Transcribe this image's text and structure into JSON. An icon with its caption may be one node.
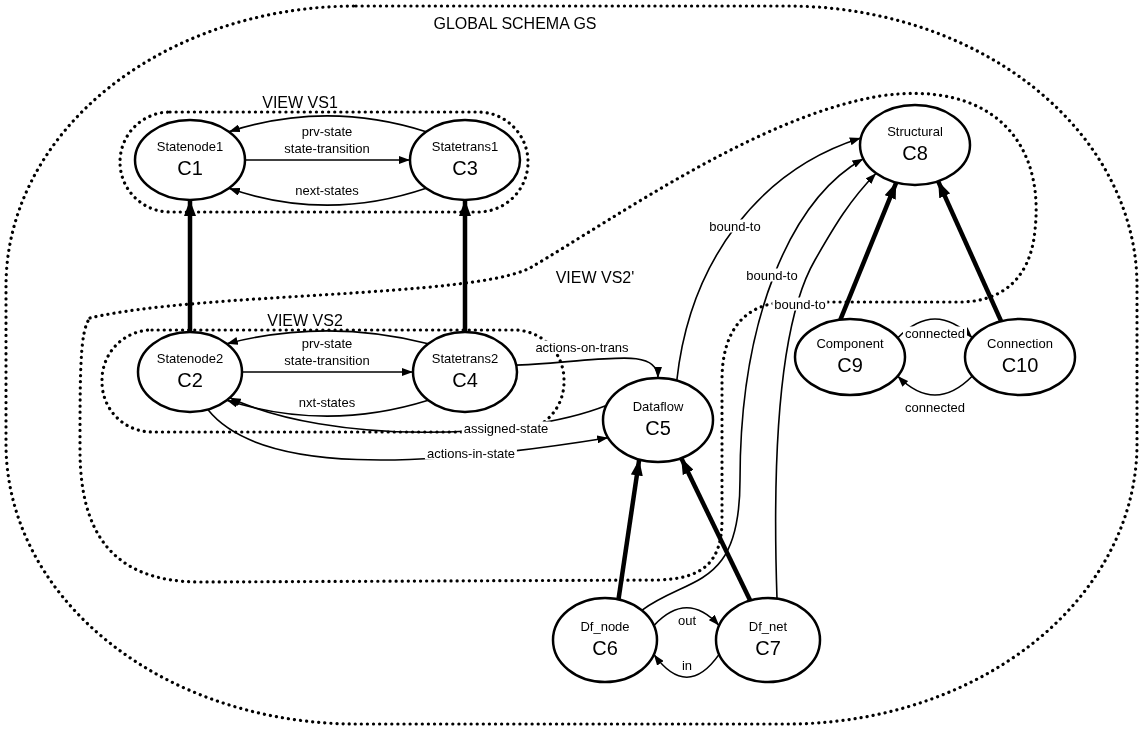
{
  "diagram": {
    "nodes": [
      {
        "text": [
          "GLOBAL SCHEMA GS"
        ]
      },
      {
        "text": [
          "VIEW VS1"
        ],
        "in": 0
      },
      {
        "text": [
          "Statenode1",
          "C1"
        ],
        "in": 1
      },
      {
        "text": [
          "Statetrans1",
          "C3"
        ],
        "in": 1
      },
      {
        "text": [
          "VIEW VS2'"
        ],
        "in": 0
      },
      {
        "text": [
          "VIEW VS2"
        ],
        "in": 4
      },
      {
        "text": [
          "Statenode2",
          "C2"
        ],
        "in": 5
      },
      {
        "text": [
          "Statetrans2",
          "C4"
        ],
        "in": 5
      },
      {
        "text": [
          "Dataflow",
          "C5"
        ],
        "in": 4
      },
      {
        "text": [
          "Structural",
          "C8"
        ],
        "in": 4
      },
      {
        "text": [
          "Df_node",
          "C6"
        ],
        "in": 0
      },
      {
        "text": [
          "Df_net",
          "C7"
        ],
        "in": 0
      },
      {
        "text": [
          "Component",
          "C9"
        ],
        "in": 0
      },
      {
        "text": [
          "Connection",
          "C10"
        ],
        "in": 0
      }
    ],
    "edges": [
      {
        "from": 3,
        "to": 2,
        "arrow": "to",
        "label": "prv-state"
      },
      {
        "from": 2,
        "to": 3,
        "arrow": "to",
        "label": "state-transition"
      },
      {
        "from": 3,
        "to": 2,
        "arrow": "to",
        "label": "next-states"
      },
      {
        "from": 6,
        "to": 2,
        "arrow": "to",
        "style": "thick"
      },
      {
        "from": 7,
        "to": 3,
        "arrow": "to",
        "style": "thick"
      },
      {
        "from": 7,
        "to": 6,
        "arrow": "to",
        "label": "prv-state"
      },
      {
        "from": 6,
        "to": 7,
        "arrow": "to",
        "label": "state-transition"
      },
      {
        "from": 7,
        "to": 6,
        "arrow": "to",
        "label": "nxt-states"
      },
      {
        "from": 7,
        "to": 8,
        "arrow": "to",
        "label": "actions-on-trans"
      },
      {
        "from": 8,
        "to": 6,
        "arrow": "to",
        "label": "assigned-state"
      },
      {
        "from": 6,
        "to": 8,
        "arrow": "to",
        "label": "actions-in-state"
      },
      {
        "from": 8,
        "to": 9,
        "arrow": "to",
        "label": "bound-to"
      },
      {
        "from": 10,
        "to": 9,
        "arrow": "to",
        "label": "bound-to"
      },
      {
        "from": 11,
        "to": 9,
        "arrow": "to",
        "label": "bound-to"
      },
      {
        "from": 10,
        "to": 8,
        "arrow": "to",
        "style": "thick"
      },
      {
        "from": 11,
        "to": 8,
        "arrow": "to",
        "style": "thick"
      },
      {
        "from": 10,
        "to": 11,
        "arrow": "to",
        "label": "out"
      },
      {
        "from": 11,
        "to": 10,
        "arrow": "to",
        "label": "in"
      },
      {
        "from": 12,
        "to": 9,
        "arrow": "to",
        "style": "thick"
      },
      {
        "from": 13,
        "to": 9,
        "arrow": "to",
        "style": "thick"
      },
      {
        "from": 12,
        "to": 13,
        "arrow": "to",
        "label": "connected"
      },
      {
        "from": 13,
        "to": 12,
        "arrow": "to",
        "label": "connected"
      }
    ]
  }
}
